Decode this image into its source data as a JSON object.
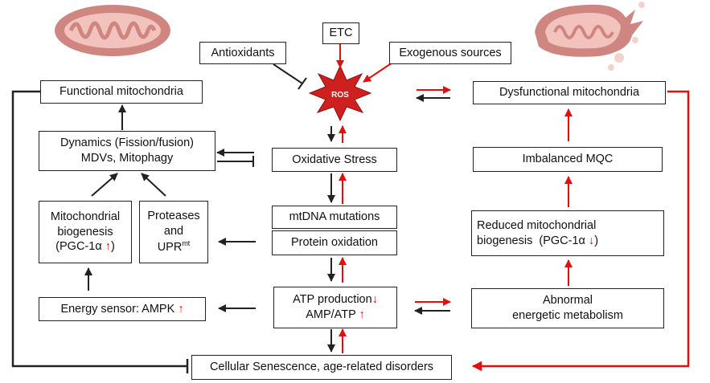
{
  "colors": {
    "accent_red": "#e01010",
    "dark": "#222222",
    "ros_fill": "#cf2020",
    "mito_outer": "#cf8680",
    "mito_inner": "#f2c3bc"
  },
  "icons": {
    "healthy": "mitochondrion-icon",
    "damaged": "damaged-mitochondrion-icon"
  },
  "nodes": {
    "etc": "ETC",
    "antioxidants": "Antioxidants",
    "exogenous": "Exogenous sources",
    "ros": "ROS",
    "functional": "Functional mitochondria",
    "dysfunctional": "Dysfunctional mitochondria",
    "dynamics": {
      "line1": "Dynamics (Fission/fusion)",
      "line2": "MDVs, Mitophagy"
    },
    "oxidative": "Oxidative Stress",
    "imbalanced": "Imbalanced MQC",
    "biogenesis": {
      "line1": "Mitochondrial",
      "line2": "biogenesis",
      "line3": "(PGC-1α",
      "up": "↑",
      "close": ")"
    },
    "proteases": {
      "line1": "Proteases",
      "line2": "and",
      "line3": "UPR",
      "sup": "mt"
    },
    "mtdna": "mtDNA mutations",
    "protein_ox": "Protein oxidation",
    "reduced": {
      "line1": "Reduced mitochondrial",
      "line2": "biogenesis  (PGC-1α",
      "down": "↓",
      "close": ")"
    },
    "atp": {
      "line1": "ATP production",
      "down": "↓",
      "line2": "AMP/ATP",
      "up": "↑"
    },
    "ampk": {
      "label": "Energy sensor: AMPK",
      "up": "↑"
    },
    "abnormal": {
      "line1": "Abnormal",
      "line2": "energetic metabolism"
    },
    "senescence": "Cellular Senescence, age-related disorders"
  }
}
